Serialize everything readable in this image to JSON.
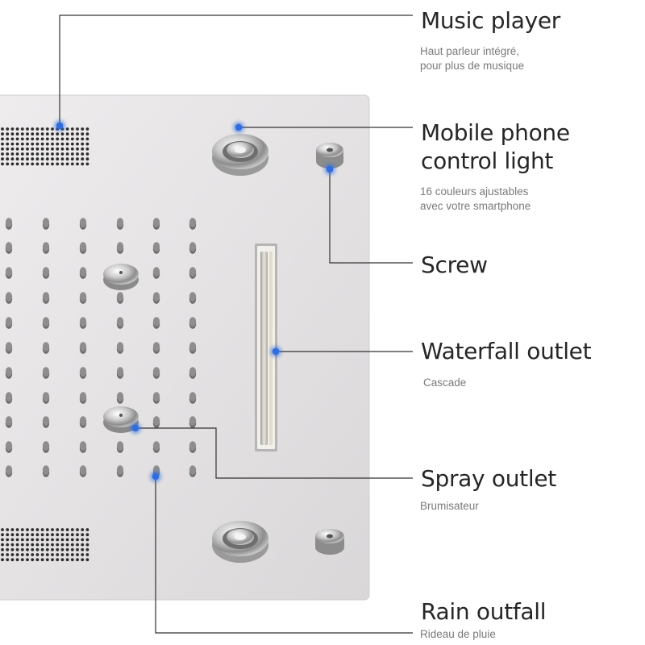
{
  "callouts": [
    {
      "id": "music",
      "title_lines": [
        "Music player"
      ],
      "subtitle_lines": [
        "Haut parleur intégré,",
        "pour plus de musique"
      ]
    },
    {
      "id": "mobile",
      "title_lines": [
        "Mobile phone",
        "control light"
      ],
      "subtitle_lines": [
        "16 couleurs ajustables",
        "avec votre smartphone"
      ]
    },
    {
      "id": "screw",
      "title_lines": [
        "Screw"
      ],
      "subtitle_lines": []
    },
    {
      "id": "waterfall",
      "title_lines": [
        "Waterfall outlet"
      ],
      "subtitle_lines": [
        "Cascade"
      ]
    },
    {
      "id": "spray",
      "title_lines": [
        "Spray outlet"
      ],
      "subtitle_lines": [
        "Brumisateur"
      ]
    },
    {
      "id": "rain",
      "title_lines": [
        "Rain outfall"
      ],
      "subtitle_lines": [
        "Rideau de pluie"
      ]
    }
  ],
  "colors": {
    "leader_line": "#333333",
    "marker_dot": "#2f6de0",
    "panel": "#e6e4e5",
    "nozzle": "#8e8e8e",
    "chrome": "#b9b9b9"
  },
  "icons": {
    "speaker_grille": "speaker-grille-icon",
    "led_light": "light-ring-icon",
    "screw": "screw-head-icon",
    "spray_nozzle": "spray-nozzle-icon",
    "waterfall": "waterfall-slot-icon",
    "rain_nozzle": "rain-nozzle-icon"
  }
}
